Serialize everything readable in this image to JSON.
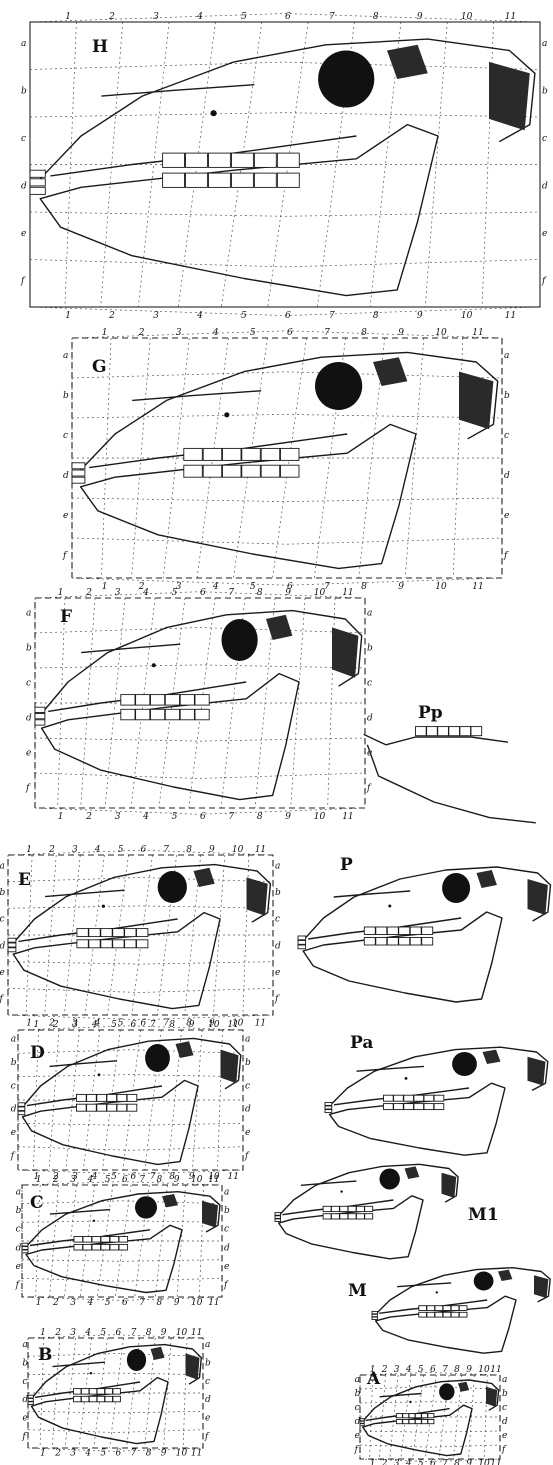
{
  "panels": [
    {
      "id": "H",
      "label": "H",
      "grid": true
    },
    {
      "id": "G",
      "label": "G",
      "grid": true
    },
    {
      "id": "F",
      "label": "F",
      "grid": true
    },
    {
      "id": "Pp",
      "label": "Pp",
      "grid": false
    },
    {
      "id": "E",
      "label": "E",
      "grid": true
    },
    {
      "id": "P",
      "label": "P",
      "grid": false
    },
    {
      "id": "D",
      "label": "D",
      "grid": true
    },
    {
      "id": "Pa",
      "label": "Pa",
      "grid": false
    },
    {
      "id": "C",
      "label": "C",
      "grid": true
    },
    {
      "id": "M1",
      "label": "M1",
      "grid": false
    },
    {
      "id": "M",
      "label": "M",
      "grid": false
    },
    {
      "id": "B",
      "label": "B",
      "grid": true
    },
    {
      "id": "A",
      "label": "A",
      "grid": true
    }
  ],
  "grid_column_numbers": [
    "1",
    "2",
    "3",
    "4",
    "5",
    "6",
    "7",
    "8",
    "9",
    "10",
    "11"
  ],
  "grid_row_letters": [
    "a",
    "b",
    "c",
    "d",
    "e",
    "f"
  ]
}
